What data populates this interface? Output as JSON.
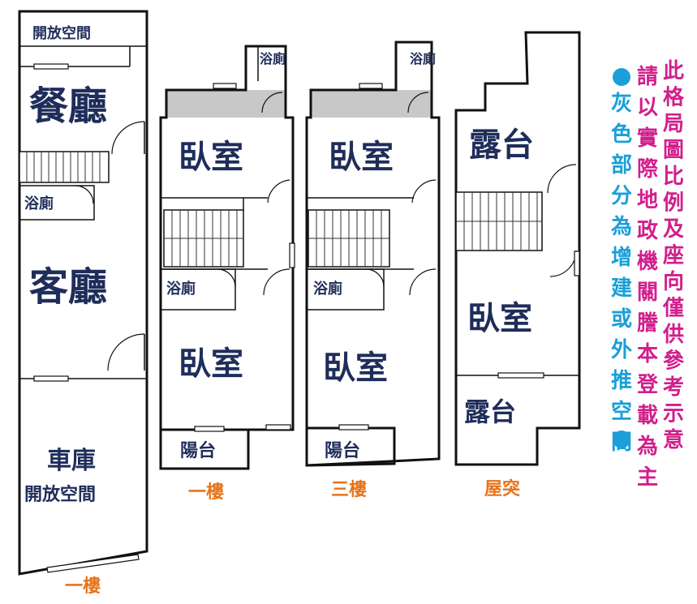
{
  "plans": {
    "p1": {
      "rooms": {
        "open_top": "開放空間",
        "dining": "餐廳",
        "bath": "浴廁",
        "living": "客廳",
        "garage": "車庫",
        "open_bottom": "開放空間"
      },
      "floor": "一樓"
    },
    "p2": {
      "rooms": {
        "bath_top": "浴廁",
        "bed_top": "臥室",
        "bath_mid": "浴廁",
        "bed_bottom": "臥室",
        "balcony": "陽台"
      },
      "floor": "一樓"
    },
    "p3": {
      "rooms": {
        "bath_top": "浴廁",
        "bed_top": "臥室",
        "bath_mid": "浴廁",
        "bed_bottom": "臥室",
        "balcony": "陽台"
      },
      "floor": "三樓"
    },
    "p4": {
      "rooms": {
        "terrace_top": "露台",
        "bedroom": "臥室",
        "terrace_bottom": "露台"
      },
      "floor": "屋突"
    }
  },
  "notes": {
    "pink": [
      "此格局圖比例及座向僅供參考示意",
      "請以實際地政機關謄本登載為主"
    ],
    "cyan": "灰色部分為增建或外推空間",
    "colors": {
      "pink": "#d21e8c",
      "cyan": "#1a9fd8",
      "bullet": "#1a9fd8",
      "room_text": "#1f2d5a",
      "floor_label": "#e8731a"
    }
  }
}
